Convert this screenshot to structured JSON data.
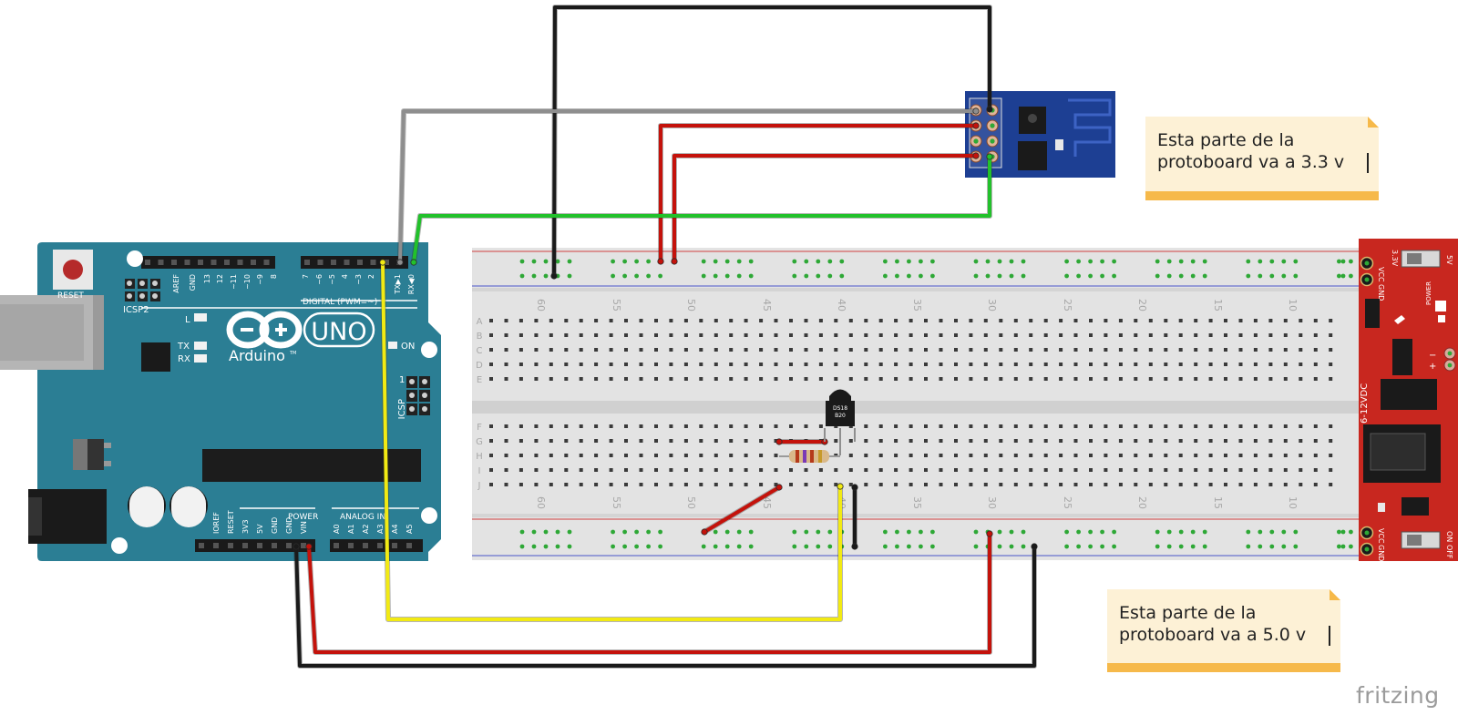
{
  "arduino": {
    "reset_label": "RESET",
    "icsp2_label": "ICSP2",
    "header_pins": [
      "AREF",
      "GND",
      "13",
      "12",
      "~11",
      "~10",
      "~9",
      "8",
      "7",
      "~6",
      "~5",
      "4",
      "~3",
      "2",
      "TX▶1",
      "RX◀0"
    ],
    "digital_label": "DIGITAL (PWM=~)",
    "led_labels": [
      "L",
      "TX",
      "RX"
    ],
    "on_label": "ON",
    "brand": "Arduino",
    "tm": "TM",
    "model": "UNO",
    "icsp_label": "ICSP",
    "icsp_pin1": "1",
    "power_label": "POWER",
    "analog_label": "ANALOG IN",
    "power_pins": [
      "IOREF",
      "RESET",
      "3V3",
      "5V",
      "GND",
      "GND",
      "VIN"
    ],
    "analog_pins": [
      "A0",
      "A1",
      "A2",
      "A3",
      "A4",
      "A5"
    ]
  },
  "breadboard": {
    "column_numbers": [
      "60",
      "55",
      "50",
      "45",
      "40",
      "35",
      "30",
      "25",
      "20",
      "15",
      "10"
    ],
    "row_letters_top": [
      "A",
      "B",
      "C",
      "D",
      "E"
    ],
    "row_letters_bottom": [
      "F",
      "G",
      "H",
      "I",
      "J"
    ]
  },
  "sensor": {
    "label_line1": "DS18",
    "label_line2": "B20"
  },
  "power_module": {
    "top_labels": [
      "VCC",
      "GND",
      "3.3V",
      "5V"
    ],
    "bottom_labels": [
      "VCC",
      "GND",
      "ON",
      "OFF"
    ],
    "input_label": "6-12VDC",
    "power_label": "POWER"
  },
  "notes": [
    {
      "line1": "Esta parte de la",
      "line2": "protoboard va a 3.3 v"
    },
    {
      "line1": "Esta parte de la",
      "line2": "protoboard va a 5.0 v"
    }
  ],
  "logo": "fritzing",
  "colors": {
    "arduino_board": "#2b7e94",
    "esp_board": "#1d3f93",
    "power_board": "#c8271f",
    "note_bg": "#fdf1d6",
    "note_bar": "#f6b94a",
    "wire_black": "#1a1a1a",
    "wire_red": "#c4120b",
    "wire_gray": "#8e8e8e",
    "wire_green": "#22c12b",
    "wire_yellow": "#f2ea13"
  }
}
